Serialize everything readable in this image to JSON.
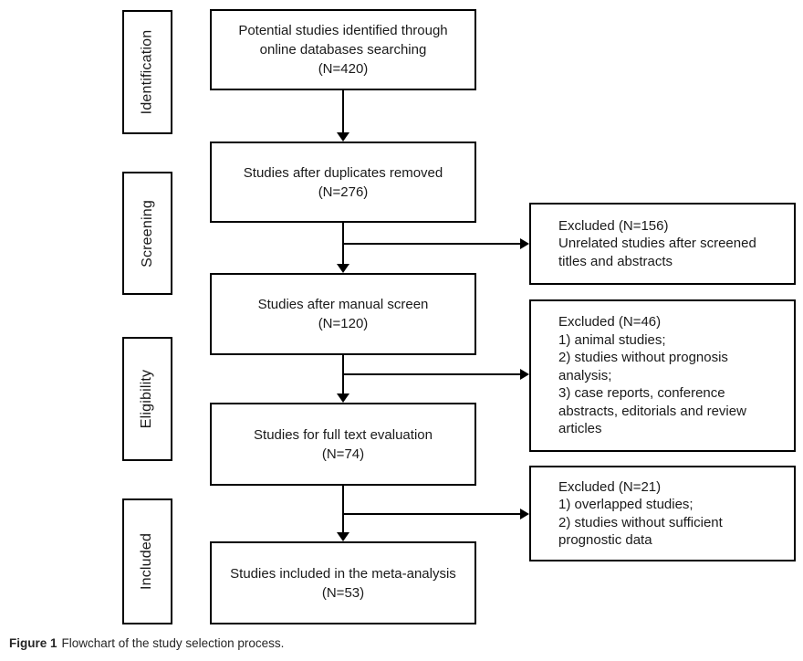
{
  "figure_caption": {
    "label": "Figure 1",
    "text": "Flowchart of the study selection process."
  },
  "colors": {
    "border": "#000000",
    "arrow": "#000000",
    "text": "#1a1a1a",
    "caption_text": "#262626",
    "background": "#ffffff"
  },
  "phases": [
    "Identification",
    "Screening",
    "Eligibility",
    "Included"
  ],
  "flow_boxes": [
    {
      "n": 420,
      "lines": [
        "Potential studies identified through",
        "online databases searching",
        "(N=420)"
      ]
    },
    {
      "n": 276,
      "lines": [
        "Studies after duplicates removed",
        "(N=276)"
      ]
    },
    {
      "n": 120,
      "lines": [
        "Studies after manual screen",
        "(N=120)"
      ]
    },
    {
      "n": 74,
      "lines": [
        "Studies for full text evaluation",
        "(N=74)"
      ]
    },
    {
      "n": 53,
      "lines": [
        "Studies included in the meta-analysis",
        "(N=53)"
      ]
    }
  ],
  "exclusion_boxes": [
    {
      "n": 156,
      "lines": [
        "Excluded (N=156)",
        "Unrelated studies after screened",
        "titles and abstracts"
      ]
    },
    {
      "n": 46,
      "lines": [
        "Excluded (N=46)",
        "1) animal studies;",
        "2) studies without prognosis",
        "analysis;",
        "3) case reports, conference",
        "abstracts, editorials and review",
        "articles"
      ]
    },
    {
      "n": 21,
      "lines": [
        "Excluded (N=21)",
        "1) overlapped studies;",
        "2) studies without sufficient",
        "prognostic data"
      ]
    }
  ]
}
